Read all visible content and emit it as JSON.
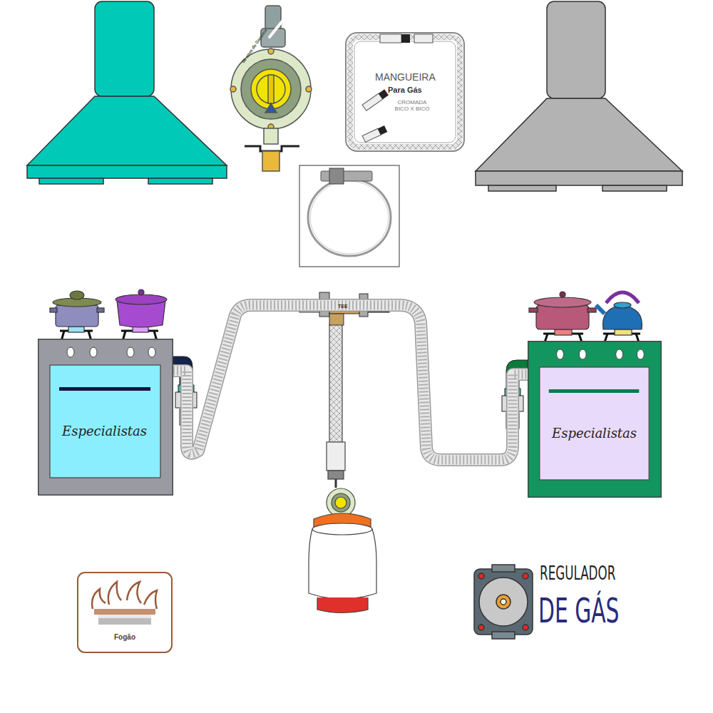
{
  "diagram": {
    "nodes": [
      {
        "text": [
          "MANGUEIRA",
          "Para Gás",
          "CROMADA BICO X BICO"
        ]
      },
      {
        "text": [
          "Especialistas"
        ]
      },
      {
        "text": [
          "Especialistas"
        ]
      },
      {
        "text": [
          "Fogão"
        ]
      }
    ],
    "edges": [
      {
        "from": 1,
        "to": 2,
        "arrow": "none"
      }
    ],
    "labels": [
      "06 anos de Garantia",
      "TEE",
      "REGULADOR",
      "DE GÁS"
    ]
  }
}
